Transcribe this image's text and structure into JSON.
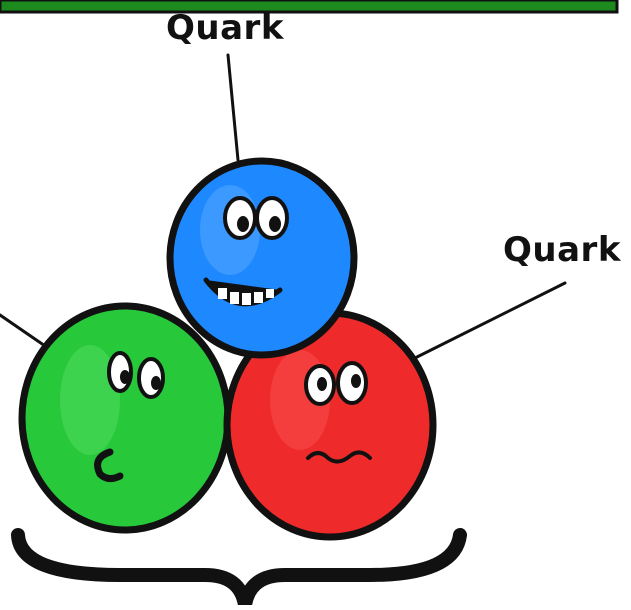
{
  "labels": {
    "top": "Quark",
    "right": "Quark"
  },
  "quarks": [
    {
      "id": "blue",
      "color": "#1e88ff",
      "expression": "grinning"
    },
    {
      "id": "green",
      "color": "#27c93a",
      "expression": "smirk"
    },
    {
      "id": "red",
      "color": "#ee2a2a",
      "expression": "wavy-mouth"
    }
  ],
  "colors": {
    "top_bar": "#1d8a1d",
    "outline": "#111111",
    "background": "#ffffff"
  }
}
